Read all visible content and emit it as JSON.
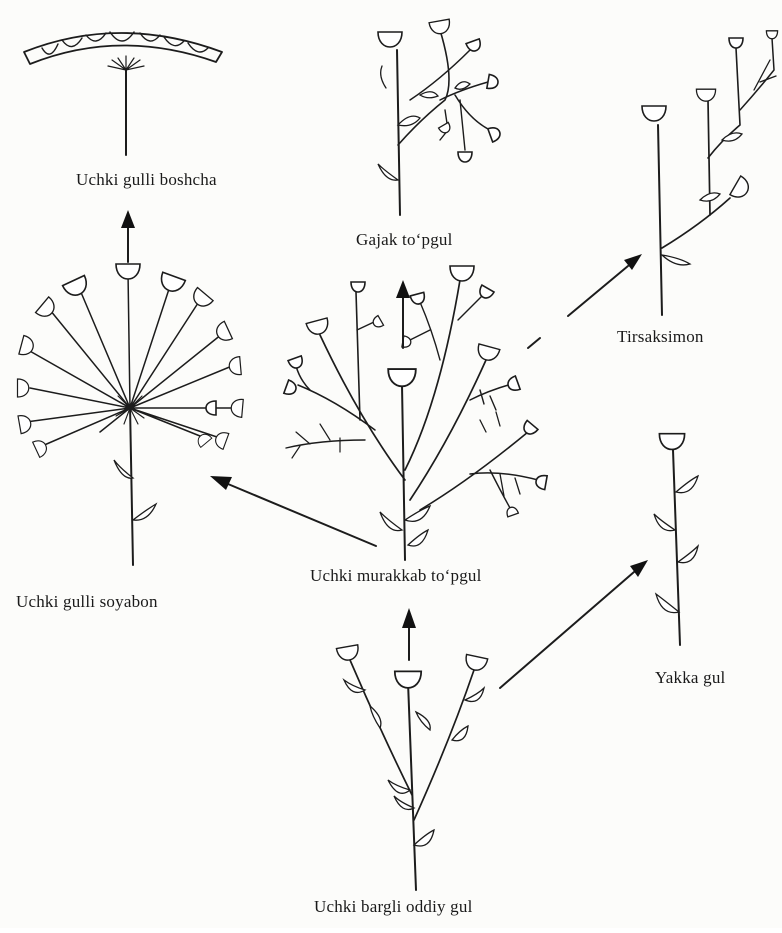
{
  "diagram": {
    "labels": {
      "boshcha": "Uchki gulli boshcha",
      "gajak": "Gajak to‘pgul",
      "tirsaksimon": "Tirsaksimon",
      "soyabon": "Uchki gulli soyabon",
      "murakkab": "Uchki murakkab to‘pgul",
      "yakka": "Yakka gul",
      "oddiy": "Uchki bargli oddiy gul"
    },
    "colors": {
      "ink": "#1c1c1c",
      "background": "#fcfcfa"
    }
  }
}
